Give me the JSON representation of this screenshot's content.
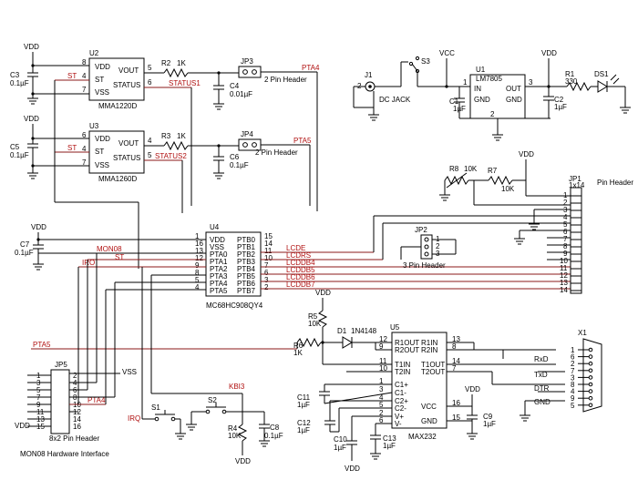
{
  "u2": {
    "ref": "U2",
    "part": "MMA1220D",
    "pins": [
      {
        "n": "8",
        "name": "VDD"
      },
      {
        "n": "4",
        "name": "ST"
      },
      {
        "n": "7",
        "name": "VSS"
      }
    ],
    "out_pins": [
      {
        "n": "5",
        "name": "VOUT"
      },
      {
        "n": "6",
        "name": "STATUS"
      }
    ]
  },
  "u3": {
    "ref": "U3",
    "part": "MMA1260D",
    "pins": [
      {
        "n": "6",
        "name": "VDD"
      },
      {
        "n": "4",
        "name": "ST"
      },
      {
        "n": "7",
        "name": "VSS"
      }
    ],
    "out_pins": [
      {
        "n": "4",
        "name": "VOUT"
      },
      {
        "n": "5",
        "name": "STATUS"
      }
    ]
  },
  "u4": {
    "ref": "U4",
    "part": "MC68HC908QY4",
    "left": [
      {
        "n": "1",
        "name": "VDD"
      },
      {
        "n": "16",
        "name": "VSS"
      },
      {
        "n": "13",
        "name": "PTA0"
      },
      {
        "n": "12",
        "name": "PTA1"
      },
      {
        "n": "9",
        "name": "PTA2"
      },
      {
        "n": "8",
        "name": "PTA3"
      },
      {
        "n": "5",
        "name": "PTA4"
      },
      {
        "n": "4",
        "name": "PTA5"
      }
    ],
    "right": [
      {
        "n": "15",
        "name": "PTB0"
      },
      {
        "n": "14",
        "name": "PTB1"
      },
      {
        "n": "11",
        "name": "PTB2"
      },
      {
        "n": "10",
        "name": "PTB3"
      },
      {
        "n": "7",
        "name": "PTB4"
      },
      {
        "n": "6",
        "name": "PTB5"
      },
      {
        "n": "3",
        "name": "PTB6"
      },
      {
        "n": "2",
        "name": "PTB7"
      }
    ]
  },
  "u5": {
    "ref": "U5",
    "part": "MAX232",
    "left": [
      {
        "n": "12",
        "name": "R1OUT"
      },
      {
        "n": "9",
        "name": "R2OUT"
      },
      {
        "n": "11",
        "name": "T1IN"
      },
      {
        "n": "10",
        "name": "T2IN"
      },
      {
        "n": "1",
        "name": "C1+"
      },
      {
        "n": "3",
        "name": "C1-"
      },
      {
        "n": "4",
        "name": "C2+"
      },
      {
        "n": "5",
        "name": "C2-"
      },
      {
        "n": "2",
        "name": "V+"
      },
      {
        "n": "6",
        "name": "V-"
      }
    ],
    "right": [
      {
        "n": "13",
        "name": "R1IN"
      },
      {
        "n": "8",
        "name": "R2IN"
      },
      {
        "n": "14",
        "name": "T1OUT"
      },
      {
        "n": "7",
        "name": "T2OUT"
      },
      {
        "n": "16",
        "name": "VCC"
      },
      {
        "n": "15",
        "name": "GND"
      }
    ]
  },
  "u1": {
    "ref": "U1",
    "part": "LM7805",
    "in": "IN",
    "out": "OUT",
    "gnd": "GND",
    "pin_in": "1",
    "pin_out": "3",
    "pin_gnd": "2"
  },
  "nets": {
    "pta4": "PTA4",
    "pta5": "PTA5",
    "st": "ST",
    "status1": "STATUS1",
    "status2": "STATUS2",
    "mon08": "MON08",
    "iro": "IRO",
    "irq": "IRQ",
    "kbi3": "KBI3",
    "lcde": "LCDE",
    "lcdrs": "LCDRS",
    "lcddb4": "LCDDB4",
    "lcddb5": "LCDDB5",
    "lcddb6": "LCDDB6",
    "lcddb7": "LCDDB7",
    "vdd": "VDD",
    "vcc": "VCC",
    "vss": "VSS",
    "rxd": "RxD",
    "txd": "TxD",
    "dtr": "DTR",
    "gnd": "GND"
  },
  "parts": {
    "c3": {
      "ref": "C3",
      "val": "0.1µF"
    },
    "c5": {
      "ref": "C5",
      "val": "0.1µF"
    },
    "c4": {
      "ref": "C4",
      "val": "0.01µF"
    },
    "c6": {
      "ref": "C6",
      "val": "0.1µF"
    },
    "c7": {
      "ref": "C7",
      "val": "0.1µF"
    },
    "r2": {
      "ref": "R2",
      "val": "1K"
    },
    "r3": {
      "ref": "R3",
      "val": "1K"
    },
    "jp3": {
      "ref": "JP3",
      "val": "2 Pin Header"
    },
    "jp4": {
      "ref": "JP4",
      "val": "2 Pin Header"
    },
    "j1": {
      "ref": "J1",
      "val": "DC JACK"
    },
    "s3": {
      "ref": "S3"
    },
    "c1": {
      "ref": "C1",
      "val": "1µF"
    },
    "c2": {
      "ref": "C2",
      "val": "1µF"
    },
    "r1": {
      "ref": "R1",
      "val": "330"
    },
    "ds1": {
      "ref": "DS1"
    },
    "r8": {
      "ref": "R8",
      "val": "10K"
    },
    "r7": {
      "ref": "R7",
      "val": "10K"
    },
    "jp1": {
      "ref": "JP1",
      "val": "1x14",
      "title": "Pin Header"
    },
    "jp2": {
      "ref": "JP2",
      "val": "3 Pin Header"
    },
    "r5": {
      "ref": "R5",
      "val": "10K"
    },
    "r6": {
      "ref": "R6",
      "val": "1K"
    },
    "d1": {
      "ref": "D1",
      "val": "1N4148"
    },
    "jp5": {
      "ref": "JP5",
      "val": "8x2 Pin Header",
      "title": "MON08 Hardware Interface"
    },
    "s1": {
      "ref": "S1"
    },
    "s2": {
      "ref": "S2"
    },
    "r4": {
      "ref": "R4",
      "val": "10K"
    },
    "c8": {
      "ref": "C8",
      "val": "0.1µF"
    },
    "c11": {
      "ref": "C11",
      "val": "1µF"
    },
    "c12": {
      "ref": "C12",
      "val": "1µF"
    },
    "c10": {
      "ref": "C10",
      "val": "1µF"
    },
    "c13": {
      "ref": "C13",
      "val": "1µF"
    },
    "c9": {
      "ref": "C9",
      "val": "1µF"
    },
    "x1": {
      "ref": "X1"
    }
  },
  "db9_pins": [
    "1",
    "6",
    "2",
    "7",
    "3",
    "8",
    "4",
    "9",
    "5"
  ],
  "jp1_pins": [
    "1",
    "2",
    "3",
    "4",
    "5",
    "6",
    "7",
    "8",
    "9",
    "10",
    "11",
    "12",
    "13",
    "14"
  ],
  "jp5_pins_left": [
    "1",
    "3",
    "5",
    "7",
    "9",
    "11",
    "13",
    "15"
  ],
  "jp5_pins_right": [
    "2",
    "4",
    "6",
    "8",
    "10",
    "12",
    "14",
    "16"
  ]
}
